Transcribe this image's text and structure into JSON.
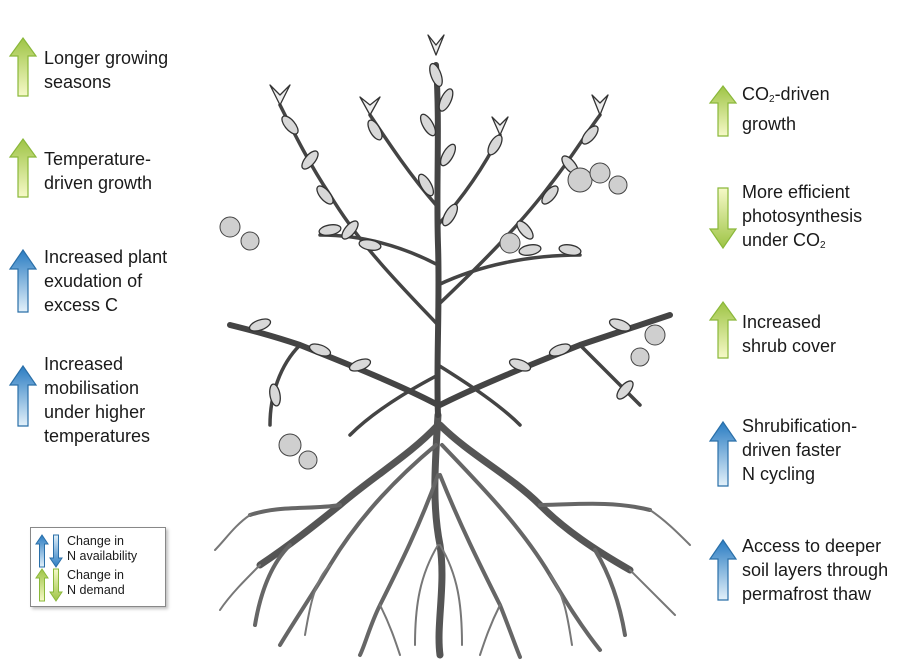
{
  "colors": {
    "demand_arrow_top": "#f4f7c0",
    "demand_arrow_bottom": "#9ec445",
    "demand_arrow_stroke": "#7fae3a",
    "availability_arrow_top": "#2e7fc4",
    "availability_arrow_bottom": "#d9ecf8",
    "availability_arrow_stroke": "#2a6fa8",
    "plant_ink": "#3a3a3a"
  },
  "left": [
    {
      "type": "demand",
      "direction": "up",
      "lines": [
        "Longer growing",
        "seasons"
      ]
    },
    {
      "type": "demand",
      "direction": "up",
      "lines": [
        "Temperature-",
        "driven growth"
      ]
    },
    {
      "type": "availability",
      "direction": "up",
      "lines": [
        "Increased plant",
        "exudation of",
        "excess C"
      ]
    },
    {
      "type": "availability",
      "direction": "up",
      "lines": [
        "Increased",
        "mobilisation",
        "under higher",
        "temperatures"
      ]
    }
  ],
  "right": [
    {
      "type": "demand",
      "direction": "up",
      "line1_pre": "CO",
      "line1_sub": "2",
      "line1_post": "-driven",
      "line2": "growth"
    },
    {
      "type": "demand",
      "direction": "down",
      "lines": [
        "More efficient",
        "photosynthesis"
      ],
      "line3_pre": "under CO",
      "line3_sub": "2"
    },
    {
      "type": "demand",
      "direction": "up",
      "lines": [
        "Increased",
        "shrub cover"
      ]
    },
    {
      "type": "availability",
      "direction": "up",
      "lines": [
        "Shrubification-",
        "driven faster",
        "N cycling"
      ]
    },
    {
      "type": "availability",
      "direction": "up",
      "lines": [
        "Access to deeper",
        "soil layers through",
        "permafrost thaw"
      ]
    }
  ],
  "legend": {
    "availability_label_1": "Change in",
    "availability_label_2": "N availability",
    "demand_label_1": "Change in",
    "demand_label_2": "N demand"
  },
  "plant_icon": "shrub-with-roots-illustration"
}
